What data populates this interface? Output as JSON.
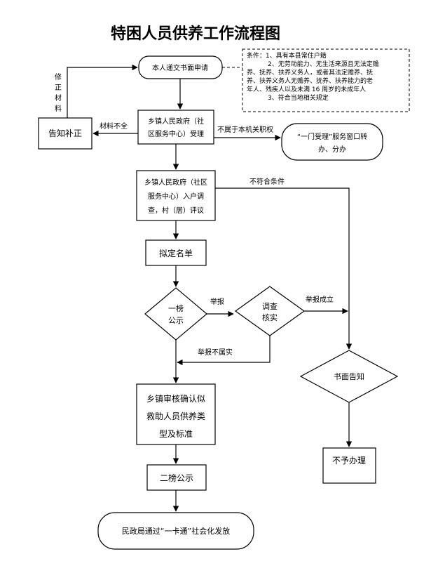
{
  "title": "特困人员供养工作流程图",
  "conditions": {
    "lines": [
      "条件：1、具有本县常住户籍",
      "2、无劳动能力、无生活来源且无法定赡",
      "养、抚养、扶养义务人，或者其法定赡养、抚",
      "养、扶养义务人无赡养、抚养、扶养能力的老",
      "年人、残疾人以及未满 16 周岁的未成年人",
      "3、符合当地相关规定"
    ]
  },
  "nodes": {
    "apply": "本人递交书面申请",
    "accept": [
      "乡镇人民政府（社",
      "区服务中心）受理"
    ],
    "inform_fix": "告知补正",
    "fix_materials": [
      "修",
      "正",
      "材",
      "料"
    ],
    "one_window": [
      "“一门受理”服务窗口转",
      "办、分办"
    ],
    "investigate": [
      "乡镇人民政府（社区",
      "服务中心）入户调",
      "查，村（居）评议"
    ],
    "draft_list": "拟定名单",
    "first_publicity": [
      "一榜",
      "公示"
    ],
    "verify": [
      "调查",
      "核实"
    ],
    "written_notice": "书面告知",
    "confirm": [
      "乡镇审核确认似",
      "救助人员供养类",
      "型及标准"
    ],
    "reject": "不予办理",
    "second_publicity": "二榜公示",
    "final": "民政局通过“一卡通”社会化发放"
  },
  "edge_labels": {
    "incomplete": "材料不全",
    "not_jurisdiction": "不属于本机关职权",
    "not_qualified": "不符合条件",
    "report": "举报",
    "report_valid": "举报成立",
    "report_invalid": "举报不属实"
  }
}
